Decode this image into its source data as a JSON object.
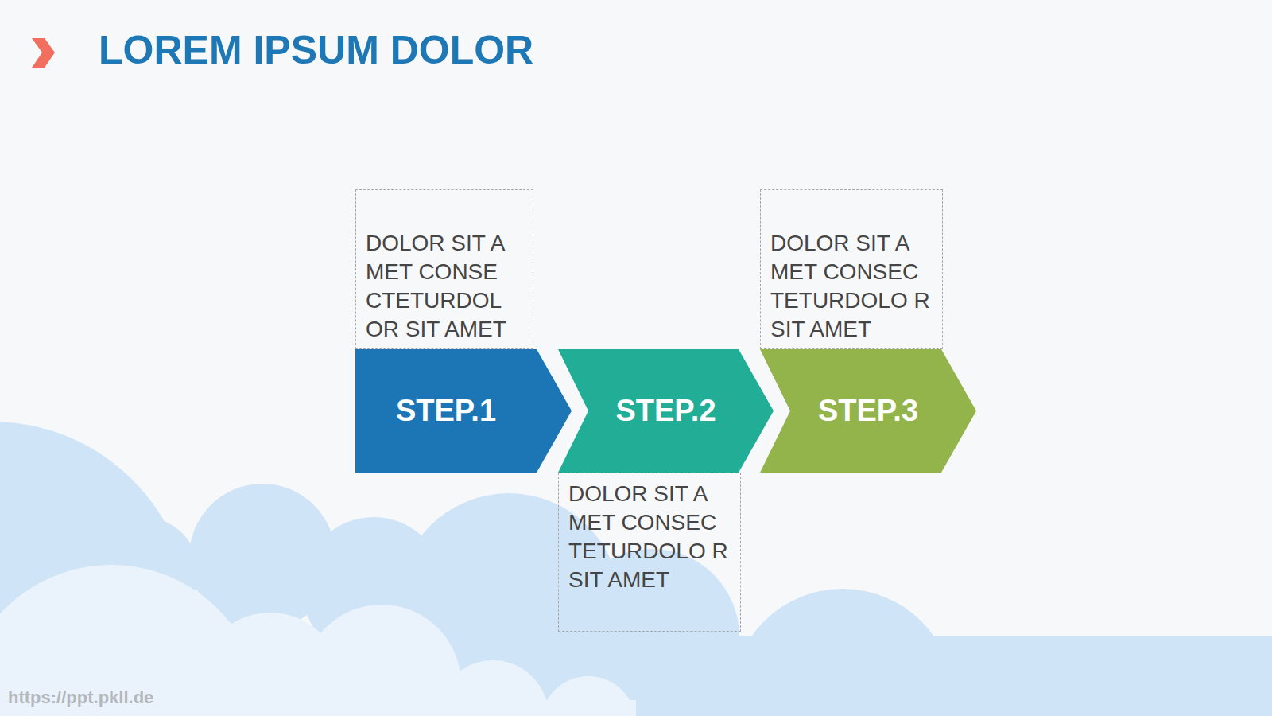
{
  "diagram": {
    "title": "LOREM IPSUM DOLOR",
    "nodes": [
      {
        "text": [
          "DOLOR SIT A MET CONSE CTETURDOL OR SIT AMET"
        ]
      },
      {
        "text": [
          "STEP.1"
        ]
      },
      {
        "text": [
          "STEP.2"
        ]
      },
      {
        "text": [
          "DOLOR SIT A MET CONSEC TETURDOLO R SIT AMET"
        ]
      },
      {
        "text": [
          "DOLOR SIT A MET CONSEC TETURDOLO R SIT AMET"
        ]
      },
      {
        "text": [
          "STEP.3"
        ]
      }
    ],
    "labels": [
      "https://ppt.pkll.de"
    ]
  }
}
